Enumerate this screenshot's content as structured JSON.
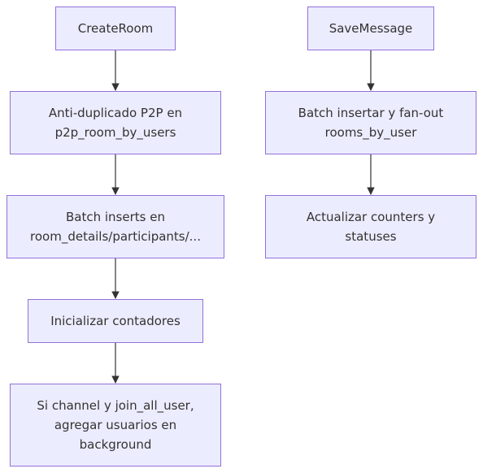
{
  "diagram": {
    "left_flow": {
      "create_room": {
        "lines": [
          "CreateRoom"
        ]
      },
      "anti_duplicate": {
        "lines": [
          "Anti-duplicado P2P en",
          "p2p_room_by_users"
        ]
      },
      "batch_inserts": {
        "lines": [
          "Batch inserts en",
          "room_details/participants/..."
        ]
      },
      "init_counters": {
        "lines": [
          "Inicializar contadores"
        ]
      },
      "join_all_users": {
        "lines": [
          "Si channel y join_all_user,",
          "agregar usuarios en",
          "background"
        ]
      }
    },
    "right_flow": {
      "save_message": {
        "lines": [
          "SaveMessage"
        ]
      },
      "batch_fanout": {
        "lines": [
          "Batch insertar y fan-out",
          "rooms_by_user"
        ]
      },
      "update_counters": {
        "lines": [
          "Actualizar counters y",
          "statuses"
        ]
      }
    },
    "colors": {
      "node_fill": "#ECECFF",
      "node_border": "#9370DB",
      "text": "#333333",
      "edge": "#333333"
    }
  }
}
